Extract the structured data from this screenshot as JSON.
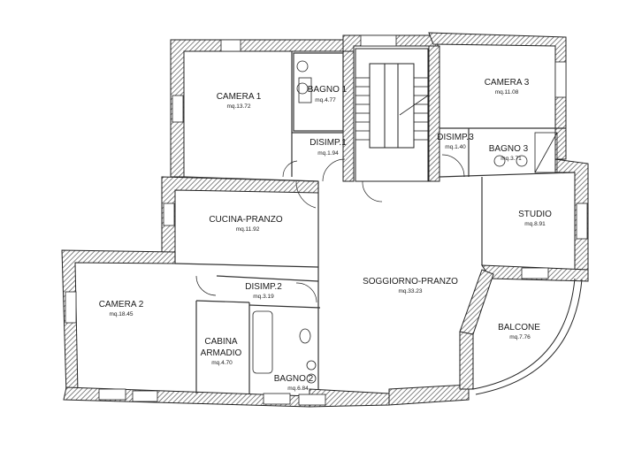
{
  "plan": {
    "units": "mq",
    "rooms": [
      {
        "id": "camera1",
        "name": "CAMERA 1",
        "area": "mq.13.72"
      },
      {
        "id": "bagno1",
        "name": "BAGNO 1",
        "area": "mq.4.77"
      },
      {
        "id": "disimp1",
        "name": "DISIMP.1",
        "area": "mq.1.94"
      },
      {
        "id": "camera3",
        "name": "CAMERA 3",
        "area": "mq.11.08"
      },
      {
        "id": "disimp3",
        "name": "DISIMP.3",
        "area": "mq.1.40"
      },
      {
        "id": "bagno3",
        "name": "BAGNO 3",
        "area": "mq.3.71"
      },
      {
        "id": "cucina",
        "name": "CUCINA-PRANZO",
        "area": "mq.11.92"
      },
      {
        "id": "studio",
        "name": "STUDIO",
        "area": "mq.8.91"
      },
      {
        "id": "soggiorno",
        "name": "SOGGIORNO-PRANZO",
        "area": "mq.33.23"
      },
      {
        "id": "camera2",
        "name": "CAMERA 2",
        "area": "mq.18.45"
      },
      {
        "id": "disimp2",
        "name": "DISIMP.2",
        "area": "mq.3.19"
      },
      {
        "id": "cabina_line1",
        "name": "CABINA",
        "area": ""
      },
      {
        "id": "cabina",
        "name": "ARMADIO",
        "area": "mq.4.70"
      },
      {
        "id": "bagno2",
        "name": "BAGNO 2",
        "area": "mq.6.84"
      },
      {
        "id": "balcone",
        "name": "BALCONE",
        "area": "mq.7.76"
      }
    ]
  }
}
